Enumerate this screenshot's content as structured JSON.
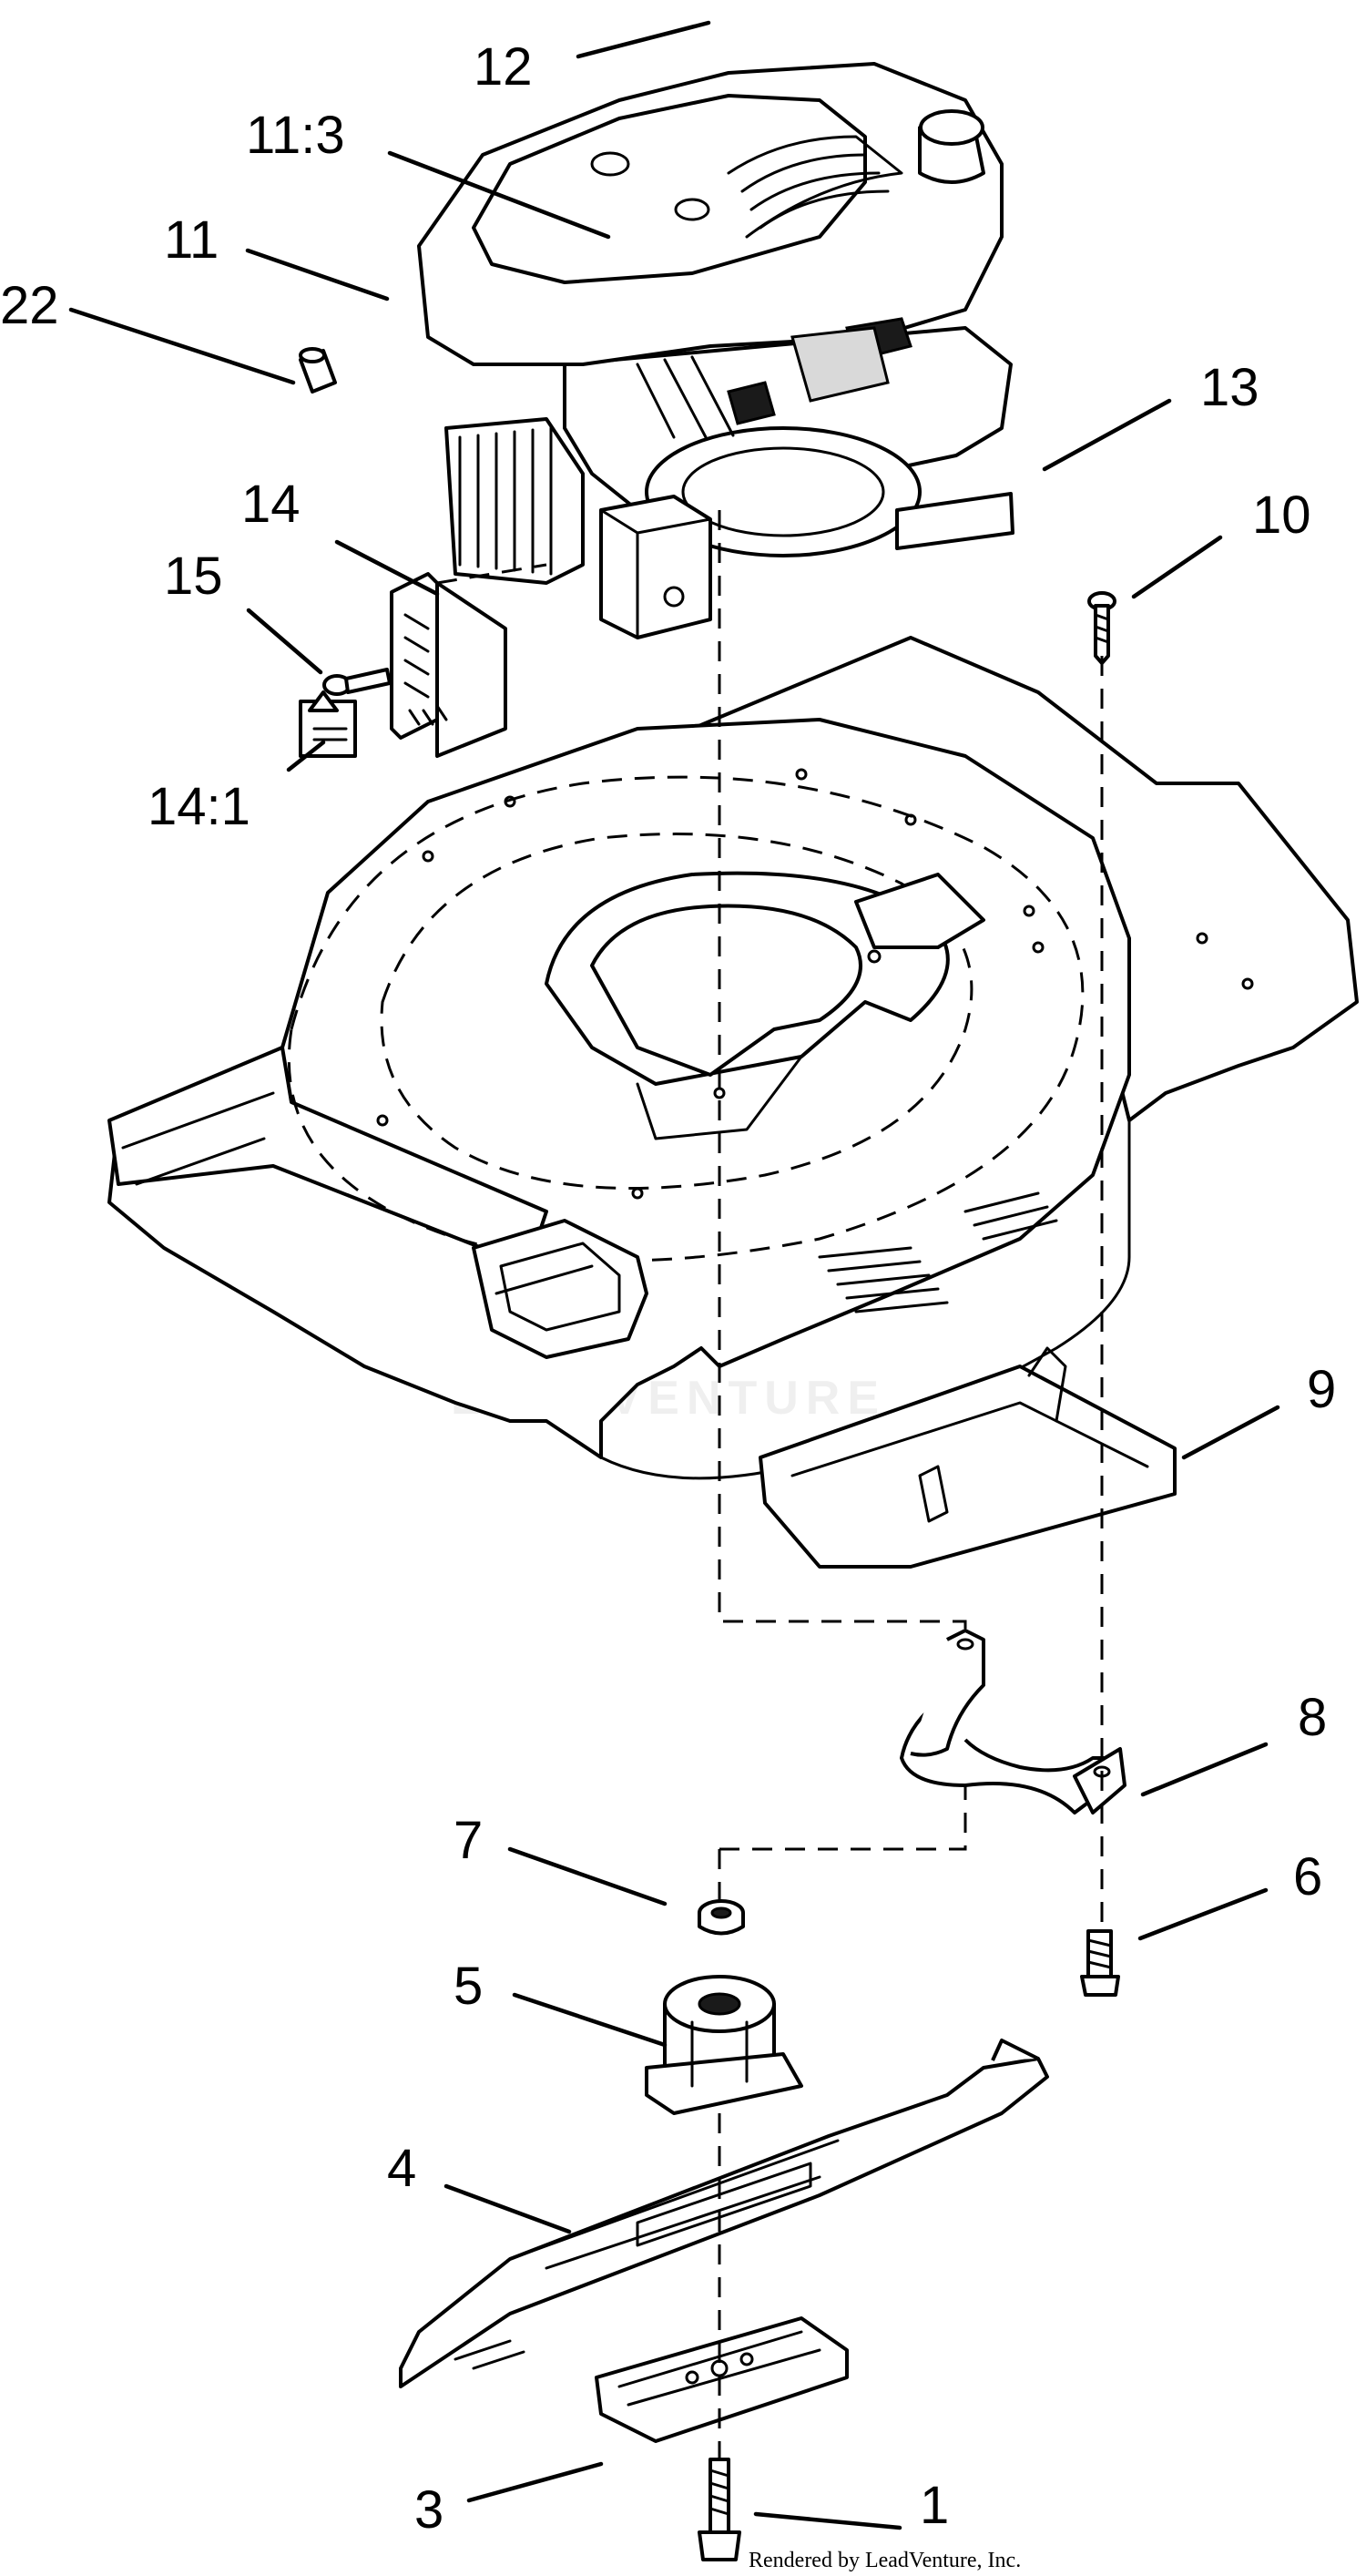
{
  "diagram": {
    "callouts": [
      "12",
      "11:3",
      "11",
      "22",
      "13",
      "14",
      "10",
      "15",
      "14:1",
      "9",
      "8",
      "7",
      "6",
      "5",
      "4",
      "1",
      "3"
    ],
    "watermark": "LEADVENTURE",
    "credit": "Rendered by LeadVenture, Inc."
  }
}
